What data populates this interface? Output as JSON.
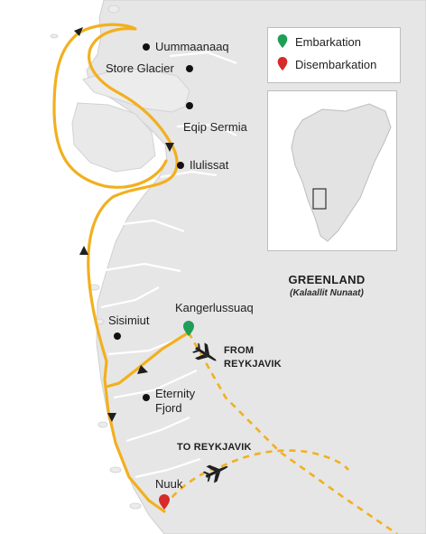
{
  "legend": {
    "embarkation_label": "Embarkation",
    "disembarkation_label": "Disembarkation",
    "embarkation_color": "#1e9e57",
    "disembarkation_color": "#d62b2b"
  },
  "places": {
    "uummannaq": "Uummaanaaq",
    "store_glacier": "Store Glacier",
    "eqip_sermia": "Eqip Sermia",
    "ilulissat": "Ilulissat",
    "kangerlussuaq": "Kangerlussuaq",
    "sisimiut": "Sisimiut",
    "eternity_line1": "Eternity",
    "eternity_line2": "Fjord",
    "nuuk": "Nuuk"
  },
  "flights": {
    "from_line1": "FROM",
    "from_line2": "REYKJAVIK",
    "to": "TO REYKJAVIK"
  },
  "country": {
    "name": "GREENLAND",
    "local_name": "(Kalaallit Nunaat)"
  },
  "colors": {
    "route": "#f2b01e",
    "land": "#e6e6e6",
    "coast": "#cfcfcf",
    "sea": "#ffffff"
  }
}
